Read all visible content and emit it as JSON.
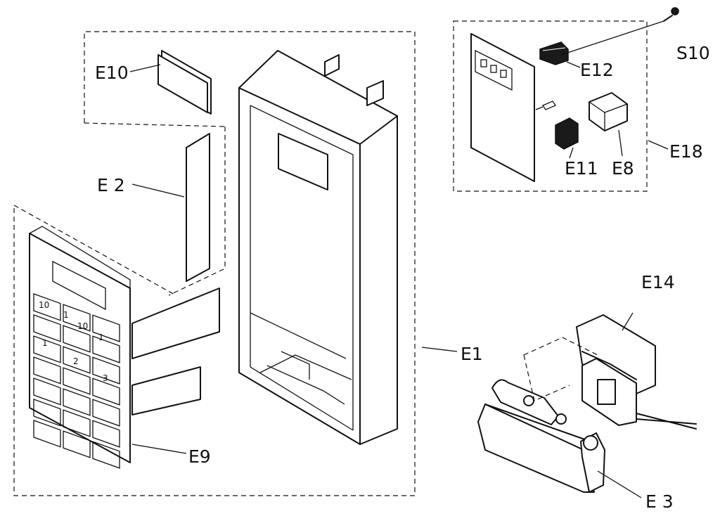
{
  "labels": {
    "e10": "E10",
    "e2": "E 2",
    "e1": "E1",
    "e9": "E9",
    "e3": "E 3",
    "e14": "E14",
    "e12": "E12",
    "e11": "E11",
    "e8": "E8",
    "e18": "E18",
    "s10": "S10"
  },
  "keypad": {
    "k10a": "10",
    "k1a": "1",
    "k10b": "10",
    "k1b": "1",
    "k1c": "1",
    "k2": "2",
    "k3": "3"
  }
}
